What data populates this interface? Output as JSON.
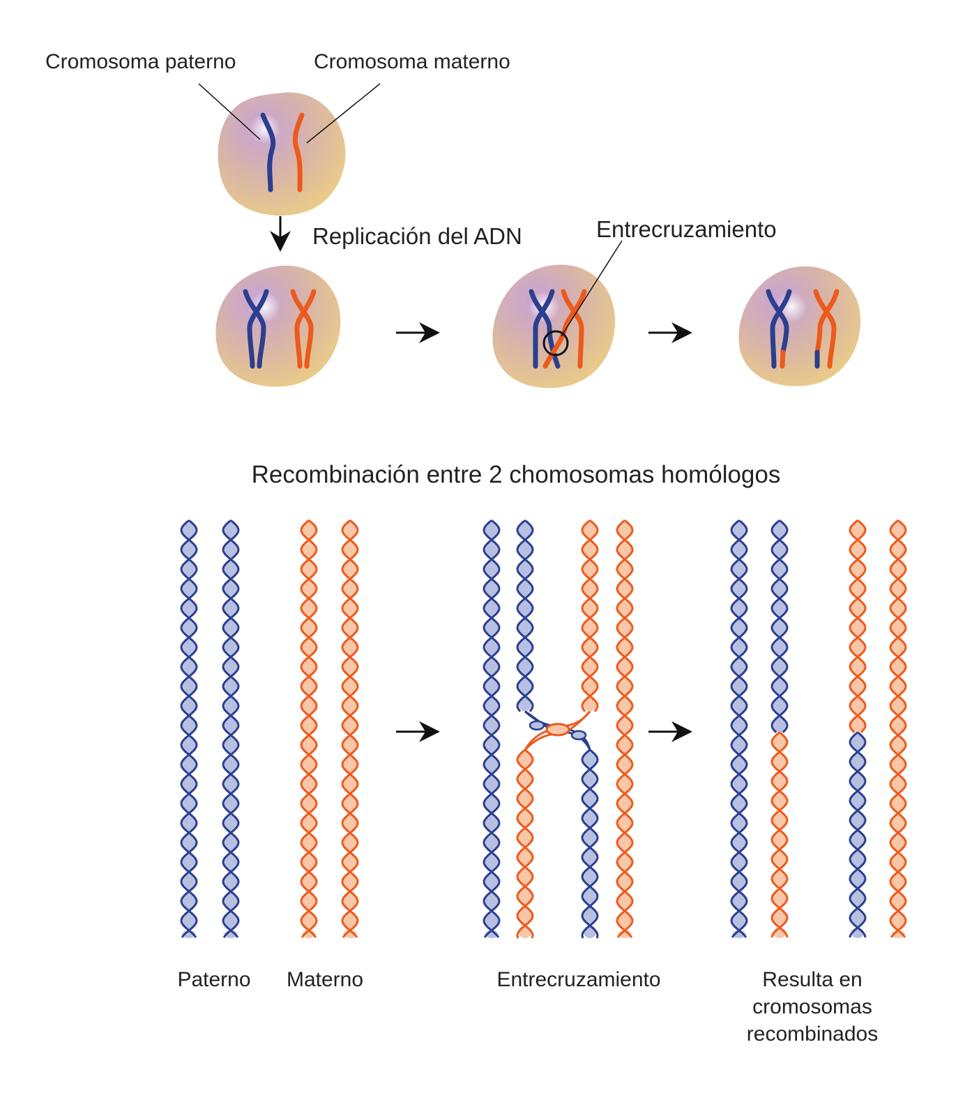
{
  "labels": {
    "paternal_chromosome": "Cromosoma paterno",
    "maternal_chromosome": "Cromosoma materno",
    "dna_replication": "Replicación del ADN",
    "crossover_top": "Entrecruzamiento",
    "section_title": "Recombinación entre 2  chomosomas homólogos",
    "paternal": "Paterno",
    "maternal": "Materno",
    "crossover_bottom": "Entrecruzamiento",
    "result_line1": "Resulta en",
    "result_line2": "cromosomas",
    "result_line3": "recombinados"
  },
  "colors": {
    "paternal_stroke": "#2b3f8f",
    "paternal_fill": "#b7c0e0",
    "maternal_stroke": "#ec5a1c",
    "maternal_fill": "#f9c6a8",
    "cell_yellow": "#efd27f",
    "cell_purple": "#c6a6c8",
    "text": "#222222"
  }
}
